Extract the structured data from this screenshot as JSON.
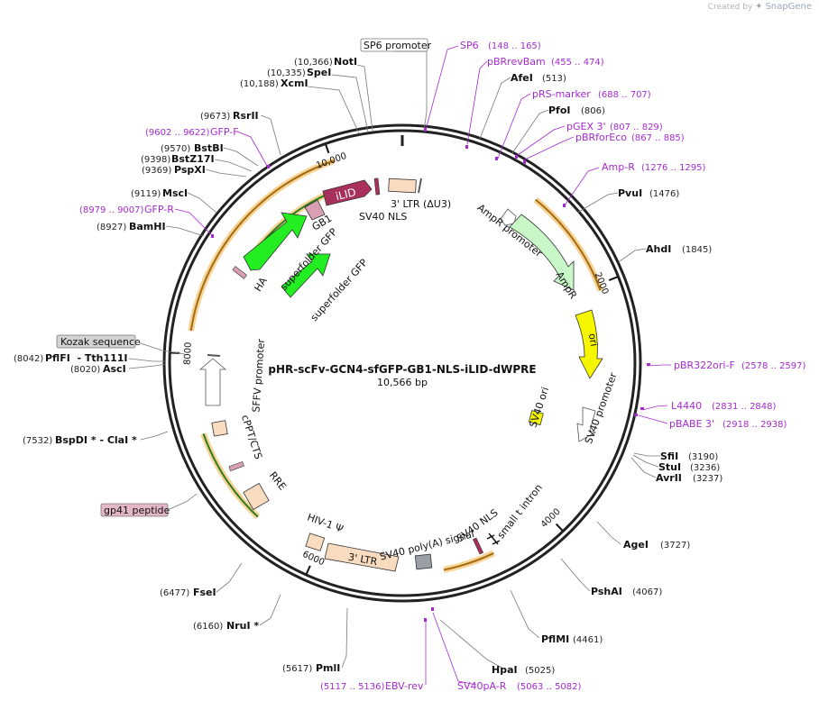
{
  "credit": {
    "prefix": "Created by",
    "brand": "SnapGene"
  },
  "plasmid": {
    "name": "pHR-scFv-GCN4-sfGFP-GB1-NLS-iLID-dWPRE",
    "length": "10,566 bp",
    "total_bp": 10566
  },
  "ticks": [
    {
      "bp": 2000,
      "label": "2000"
    },
    {
      "bp": 4000,
      "label": "4000"
    },
    {
      "bp": 6000,
      "label": "6000"
    },
    {
      "bp": 8000,
      "label": "8000"
    },
    {
      "bp": 10000,
      "label": "10,000"
    }
  ],
  "sites": [
    {
      "name": "NotI",
      "pos": "(10,366)"
    },
    {
      "name": "SpeI",
      "pos": "(10,335)"
    },
    {
      "name": "XcmI",
      "pos": "(10,188)"
    },
    {
      "name": "RsrII",
      "pos": "(9673)"
    },
    {
      "name": "BstBI",
      "pos": "(9570)"
    },
    {
      "name": "BstZ17I",
      "pos": "(9398)"
    },
    {
      "name": "PspXI",
      "pos": "(9369)"
    },
    {
      "name": "MscI",
      "pos": "(9119)"
    },
    {
      "name": "BamHI",
      "pos": "(8927)"
    },
    {
      "name": "PflFI  - Tth111I",
      "pos": "(8042)"
    },
    {
      "name": "AscI",
      "pos": "(8020)"
    },
    {
      "name": "BspDI * - ClaI *",
      "pos": "(7532)"
    },
    {
      "name": "FseI",
      "pos": "(6477)"
    },
    {
      "name": "NruI *",
      "pos": "(6160)"
    },
    {
      "name": "PmlI",
      "pos": "(5617)"
    },
    {
      "name": "HpaI",
      "pos": "(5025)"
    },
    {
      "name": "PflMI",
      "pos": "(4461)"
    },
    {
      "name": "PshAI",
      "pos": "(4067)"
    },
    {
      "name": "AgeI",
      "pos": "(3727)"
    },
    {
      "name": "AvrII",
      "pos": "(3237)"
    },
    {
      "name": "StuI",
      "pos": "(3236)"
    },
    {
      "name": "SfiI",
      "pos": "(3190)"
    },
    {
      "name": "AhdI",
      "pos": "(1845)"
    },
    {
      "name": "PvuI",
      "pos": "(1476)"
    },
    {
      "name": "PfoI",
      "pos": "(806)"
    },
    {
      "name": "AfeI",
      "pos": "(513)"
    }
  ],
  "primers": [
    {
      "name": "SP6",
      "pos": "(148 .. 165)"
    },
    {
      "name": "pBRrevBam",
      "pos": "(455 .. 474)"
    },
    {
      "name": "pRS-marker",
      "pos": "(688 .. 707)"
    },
    {
      "name": "pGEX 3'",
      "pos": "(807 .. 829)"
    },
    {
      "name": "pBRforEco",
      "pos": "(867 .. 885)"
    },
    {
      "name": "Amp-R",
      "pos": "(1276 .. 1295)"
    },
    {
      "name": "pBR322ori-F",
      "pos": "(2578 .. 2597)"
    },
    {
      "name": "L4440",
      "pos": "(2831 .. 2848)"
    },
    {
      "name": "pBABE 3'",
      "pos": "(2918 .. 2938)"
    },
    {
      "name": "SV40pA-R",
      "pos": "(5063 .. 5082)"
    },
    {
      "name": "EBV-rev",
      "pos": "(5117 .. 5136)"
    },
    {
      "name": "GFP-R",
      "pos": "(8979 .. 9007)"
    },
    {
      "name": "GFP-F",
      "pos": "(9602 .. 9622)"
    }
  ],
  "boxed_labels": [
    {
      "text": "SP6 promoter",
      "color": "#ffffff"
    },
    {
      "text": "Kozak sequence",
      "color": "#d3d3d3"
    },
    {
      "text": "gp41 peptide",
      "color": "#e3b6c8"
    }
  ],
  "features": [
    {
      "text": "3' LTR (ΔU3)"
    },
    {
      "text": "SV40 NLS"
    },
    {
      "text": "iLID"
    },
    {
      "text": "GB1"
    },
    {
      "text": "superfolder GFP"
    },
    {
      "text": "superfolder GFP"
    },
    {
      "text": "HA"
    },
    {
      "text": "AmpR promoter"
    },
    {
      "text": "AmpR"
    },
    {
      "text": "ori"
    },
    {
      "text": "SV40 ori"
    },
    {
      "text": "SV40 promoter"
    },
    {
      "text": "SV40 NLS"
    },
    {
      "text": "small t intron"
    },
    {
      "text": "SV40 poly(A) signal"
    },
    {
      "text": "3' LTR"
    },
    {
      "text": "HIV-1 Ψ"
    },
    {
      "text": "RRE"
    },
    {
      "text": "cPPT/CTS"
    },
    {
      "text": "SFFV promoter"
    }
  ],
  "colors": {
    "gfp": "#22ee22",
    "amp": "#c8f7c8",
    "ori": "#f5f500",
    "ilid": "#a8305a",
    "gb1": "#d9a0b4",
    "ltr": "#f9dcc0",
    "orf": "#f5b942",
    "primer": "#a52bd1"
  }
}
